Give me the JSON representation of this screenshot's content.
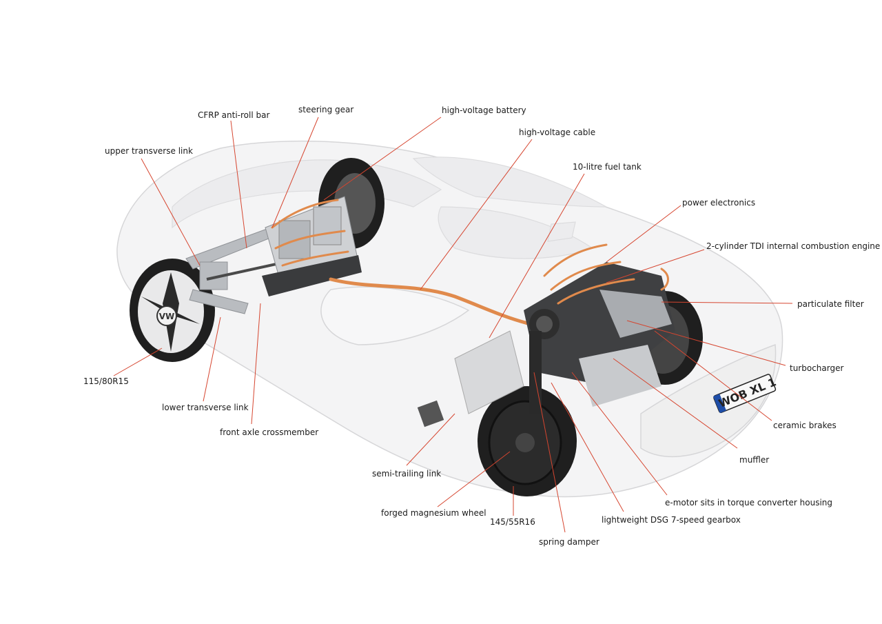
{
  "labels": {
    "upper_transverse_link": "upper transverse link",
    "cfrp_anti_roll_bar": "CFRP anti-roll bar",
    "steering_gear": "steering gear",
    "high_voltage_battery": "high-voltage battery",
    "high_voltage_cable": "high-voltage cable",
    "fuel_tank": "10-litre fuel tank",
    "power_electronics": "power electronics",
    "tdi_engine": "2-cylinder TDI internal combustion engine",
    "particulate_filter": "particulate filter",
    "turbocharger": "turbocharger",
    "ceramic_brakes": "ceramic brakes",
    "muffler": "muffler",
    "e_motor": "e-motor sits in torque converter housing",
    "dsg_gearbox": "lightweight DSG 7-speed gearbox",
    "spring_damper": "spring damper",
    "tyre_rear": "145/55R16",
    "magnesium_wheel": "forged magnesium wheel",
    "semi_trailing_link": "semi-trailing link",
    "front_axle_crossmember": "front axle crossmember",
    "lower_transverse_link": "lower transverse link",
    "tyre_front": "115/80R15"
  },
  "license_plate": "WOB XL 1",
  "colors": {
    "leader_line": "#d6452f",
    "cable": "#e08a4c",
    "body": "#f4f4f5"
  }
}
